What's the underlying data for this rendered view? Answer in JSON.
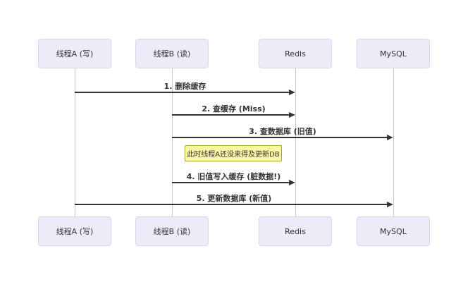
{
  "diagram": {
    "type": "sequence-diagram",
    "colors": {
      "actor_fill": "#ececf9",
      "actor_border": "#d5d5ec",
      "lifeline": "#c6c6de",
      "arrow": "#333333",
      "note_fill": "#fbf6a3",
      "note_border": "#aaaa33",
      "text": "#333333"
    },
    "actors": [
      {
        "id": "thread-a",
        "label": "线程A (写)"
      },
      {
        "id": "thread-b",
        "label": "线程B (读)"
      },
      {
        "id": "redis",
        "label": "Redis"
      },
      {
        "id": "mysql",
        "label": "MySQL"
      }
    ],
    "messages": [
      {
        "seq": 1,
        "label": "1. 删除缓存",
        "from": "线程A (写)",
        "to": "Redis"
      },
      {
        "seq": 2,
        "label": "2. 查缓存 (Miss)",
        "from": "线程B (读)",
        "to": "Redis"
      },
      {
        "seq": 3,
        "label": "3. 查数据库 (旧值)",
        "from": "线程B (读)",
        "to": "MySQL"
      },
      {
        "seq": 4,
        "label": "4. 旧值写入缓存 (脏数据!)",
        "from": "线程B (读)",
        "to": "Redis"
      },
      {
        "seq": 5,
        "label": "5. 更新数据库 (新值)",
        "from": "线程A (写)",
        "to": "MySQL"
      }
    ],
    "note": {
      "label": "此时线程A还没来得及更新DB",
      "attached_to": "线程B (读)"
    }
  }
}
